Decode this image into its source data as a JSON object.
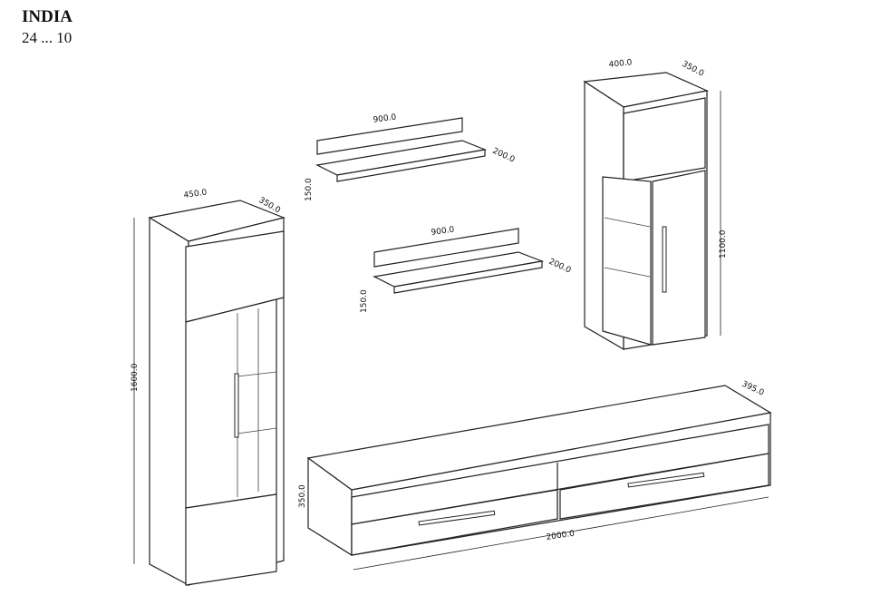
{
  "header": {
    "title": "INDIA",
    "subtitle": "24 ... 10"
  },
  "dimensions": {
    "tall_cabinet": {
      "width": "450.0",
      "depth": "350.0",
      "height": "1600.0"
    },
    "shelf_top": {
      "width": "900.0",
      "depth": "200.0",
      "height": "150.0"
    },
    "shelf_bottom": {
      "width": "900.0",
      "depth": "200.0",
      "height": "150.0"
    },
    "wall_cabinet": {
      "width": "400.0",
      "depth": "350.0",
      "height": "1100.0"
    },
    "tv_stand": {
      "width": "2000.0",
      "depth": "395.0",
      "height": "350.0"
    }
  }
}
